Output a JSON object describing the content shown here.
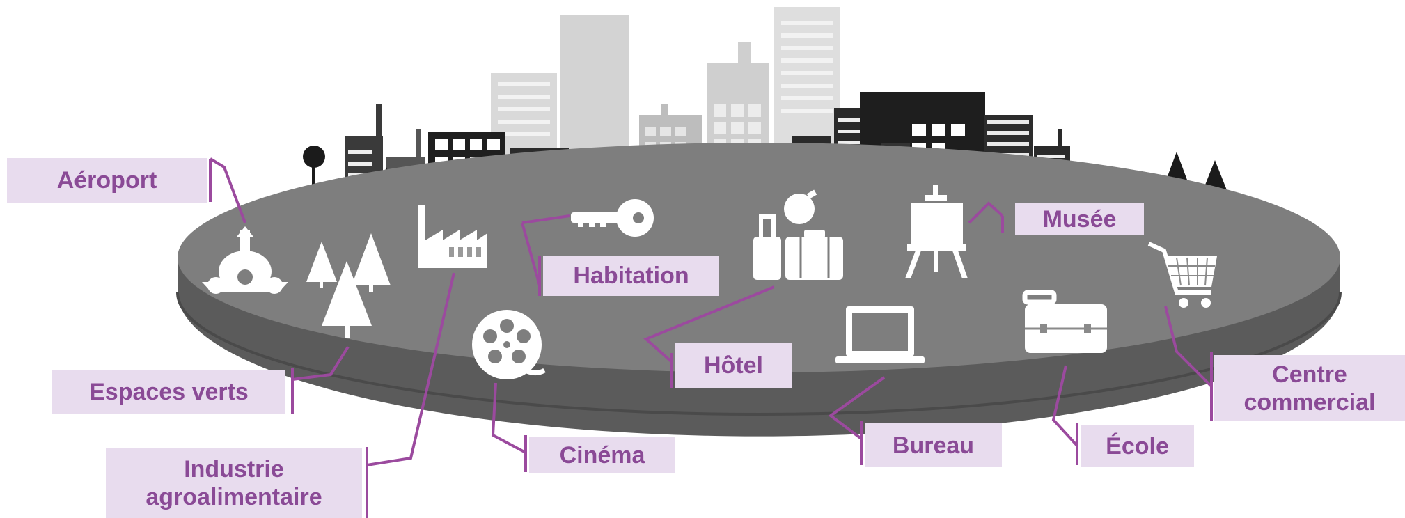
{
  "labels": {
    "aeroport": "Aéroport",
    "habitation": "Habitation",
    "musee": "Musée",
    "espaces_verts": "Espaces verts",
    "hotel": "Hôtel",
    "centre_commercial": "Centre\ncommercial",
    "cinema": "Cinéma",
    "bureau": "Bureau",
    "ecole": "École",
    "industrie": "Industrie\nagroalimentaire"
  },
  "colors": {
    "label_bg": "#e8dcee",
    "label_text": "#8a4a96",
    "connector": "#9b4a9e",
    "platform_top": "#7d7d7d",
    "platform_side": "#5a5a5a"
  },
  "icons": [
    "airplane-icon",
    "trees-icon",
    "factory-icon",
    "key-icon",
    "film-reel-icon",
    "luggage-icon",
    "easel-icon",
    "laptop-icon",
    "briefcase-icon",
    "shopping-cart-icon"
  ]
}
